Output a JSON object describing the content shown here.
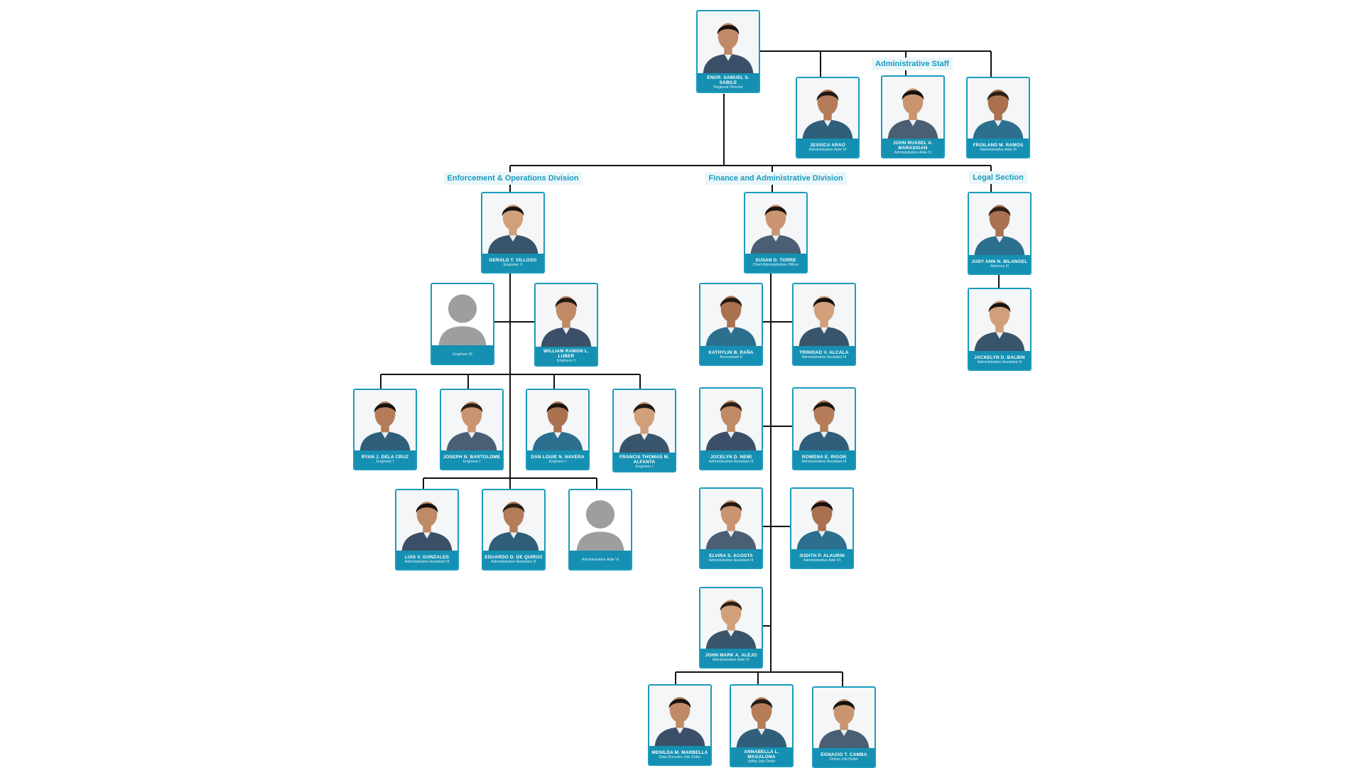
{
  "colors": {
    "accent": "#1a9bbd",
    "info_bar": "#1590b2",
    "connector": "#111111",
    "placeholder": "#9e9e9e",
    "label_bg": "#e9f6fa"
  },
  "sections": {
    "admin_staff": "Administrative Staff",
    "enforcement": "Enforcement & Operations Division",
    "finance": "Finance and Administrative Division",
    "legal": "Legal Section"
  },
  "people": {
    "director": {
      "name": "ENGR. SAMUEL S. SABILE",
      "title": "Regional Director",
      "photo": "person-photo"
    },
    "arao": {
      "name": "JESSICA ARAO",
      "title": "Administrative Aide VI",
      "photo": "person-photo"
    },
    "marasigan": {
      "name": "JOHN RUSSEL A. MARASIGAN",
      "title": "Administrative Aide IV",
      "photo": "person-photo"
    },
    "ramos": {
      "name": "FROILAND M. RAMOS",
      "title": "Administrative Aide III",
      "photo": "person-photo"
    },
    "villoso": {
      "name": "GERALD T. VILLOSO",
      "title": "Engineer V",
      "photo": "person-photo"
    },
    "eng3_vacant": {
      "name": "",
      "title": "Engineer III",
      "photo": "placeholder-avatar"
    },
    "luber": {
      "name": "WILLIAM RAMON L. LUBER",
      "title": "Engineer II",
      "photo": "person-photo"
    },
    "delacruz": {
      "name": "RYAN J. DELA CRUZ",
      "title": "Engineer I",
      "photo": "person-photo"
    },
    "bartolome": {
      "name": "JOSEPH N. BARTOLOME",
      "title": "Engineer I",
      "photo": "person-photo"
    },
    "navera": {
      "name": "DAN LOUIE N. NAVERA",
      "title": "Engineer I",
      "photo": "person-photo"
    },
    "alfanta": {
      "name": "FRANCIS THOMAS M. ALFANTA",
      "title": "Engineer I",
      "photo": "person-photo"
    },
    "gonzales": {
      "name": "LUIS V. GONZALES",
      "title": "Administrative Assistant III",
      "photo": "person-photo"
    },
    "dequiroz": {
      "name": "EDUARDO D. DE QUIROZ",
      "title": "Administrative Assistant III",
      "photo": "person-photo"
    },
    "aide6_vacant": {
      "name": "",
      "title": "Administrative Aide VI",
      "photo": "placeholder-avatar"
    },
    "torre": {
      "name": "SUSAN D. TORRE",
      "title": "Chief Administrative Officer",
      "photo": "person-photo"
    },
    "rana": {
      "name": "KATHYLIN B. RAÑA",
      "title": "Accountant II",
      "photo": "person-photo"
    },
    "alcala": {
      "name": "TRINIDAD V. ALCALA",
      "title": "Administrative Assistant III",
      "photo": "person-photo"
    },
    "nemi": {
      "name": "JOCELYN D. NEMI",
      "title": "Administrative Assistant III",
      "photo": "person-photo"
    },
    "rigon": {
      "name": "ROWENA E. RIGON",
      "title": "Administrative Assistant III",
      "photo": "person-photo"
    },
    "acosta": {
      "name": "ELVIRA S. ACOSTA",
      "title": "Administrative Assistant III",
      "photo": "person-photo"
    },
    "alaurin": {
      "name": "JUDITH P. ALAURIN",
      "title": "Administrative Aide VI",
      "photo": "person-photo"
    },
    "alejo": {
      "name": "JOHN MARK A. ALEJO",
      "title": "Administrative Aide IV",
      "photo": "person-photo"
    },
    "marbella": {
      "name": "MENILDA M. MARBELLA",
      "title": "Data Encoder-Job Order",
      "photo": "person-photo"
    },
    "magalona": {
      "name": "ANNABELLA L. MAGALONA",
      "title": "Utility-Job Order",
      "photo": "person-photo"
    },
    "camba": {
      "name": "EGNACIO T. CAMBA",
      "title": "Driver-Job Order",
      "photo": "person-photo"
    },
    "bilangel": {
      "name": "JUDY ANN N. BILANGEL",
      "title": "Attorney III",
      "photo": "person-photo"
    },
    "balbin": {
      "name": "JACKELYN D. BALBIN",
      "title": "Administrative Assistant III",
      "photo": "person-photo"
    }
  }
}
